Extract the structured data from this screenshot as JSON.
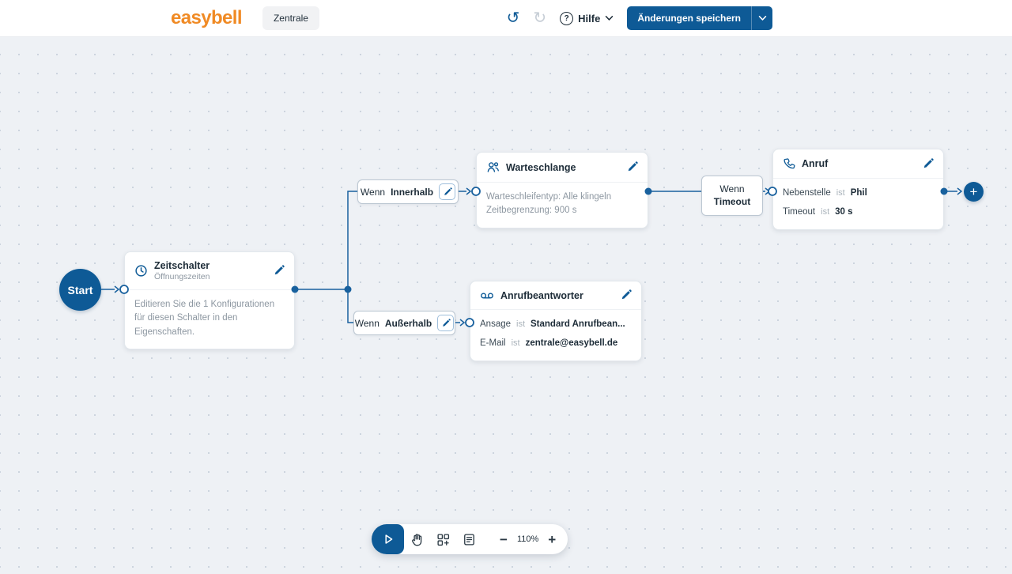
{
  "colors": {
    "primary": "#0e5a96",
    "orange": "#f08a24",
    "canvas_bg": "#eef1f5",
    "wire": "#19619e"
  },
  "header": {
    "logo": "easybell",
    "tab": "Zentrale",
    "help_q": "?",
    "help": "Hilfe",
    "save": "Änderungen speichern"
  },
  "icons": {
    "undo": "↺",
    "redo": "↻"
  },
  "flow": {
    "start": "Start",
    "add": "+",
    "zeitschalter": {
      "title": "Zeitschalter",
      "subtitle": "Öffnungszeiten",
      "body": "Editieren Sie die 1 Konfigurationen für diesen Schalter in den Eigenschaften."
    },
    "wenn_innerhalb": {
      "word1": "Wenn",
      "word2": "Innerhalb"
    },
    "wenn_ausserhalb": {
      "word1": "Wenn",
      "word2": "Außerhalb"
    },
    "wenn_timeout": {
      "word1": "Wenn",
      "word2": "Timeout"
    },
    "warteschlange": {
      "title": "Warteschlange",
      "line1": "Warteschleifentyp: Alle klingeln",
      "line2": "Zeitbegrenzung: 900 s"
    },
    "anruf": {
      "title": "Anruf",
      "rows": [
        {
          "key": "Nebenstelle",
          "op": "ist",
          "value": "Phil"
        },
        {
          "key": "Timeout",
          "op": "ist",
          "value": "30 s"
        }
      ]
    },
    "anrufbeantworter": {
      "title": "Anrufbeantworter",
      "rows": [
        {
          "key": "Ansage",
          "op": "ist",
          "value": "Standard Anrufbean..."
        },
        {
          "key": "E-Mail",
          "op": "ist",
          "value": "zentrale@easybell.de"
        }
      ]
    }
  },
  "toolbar": {
    "minus": "−",
    "zoom": "110%",
    "plus": "+"
  }
}
